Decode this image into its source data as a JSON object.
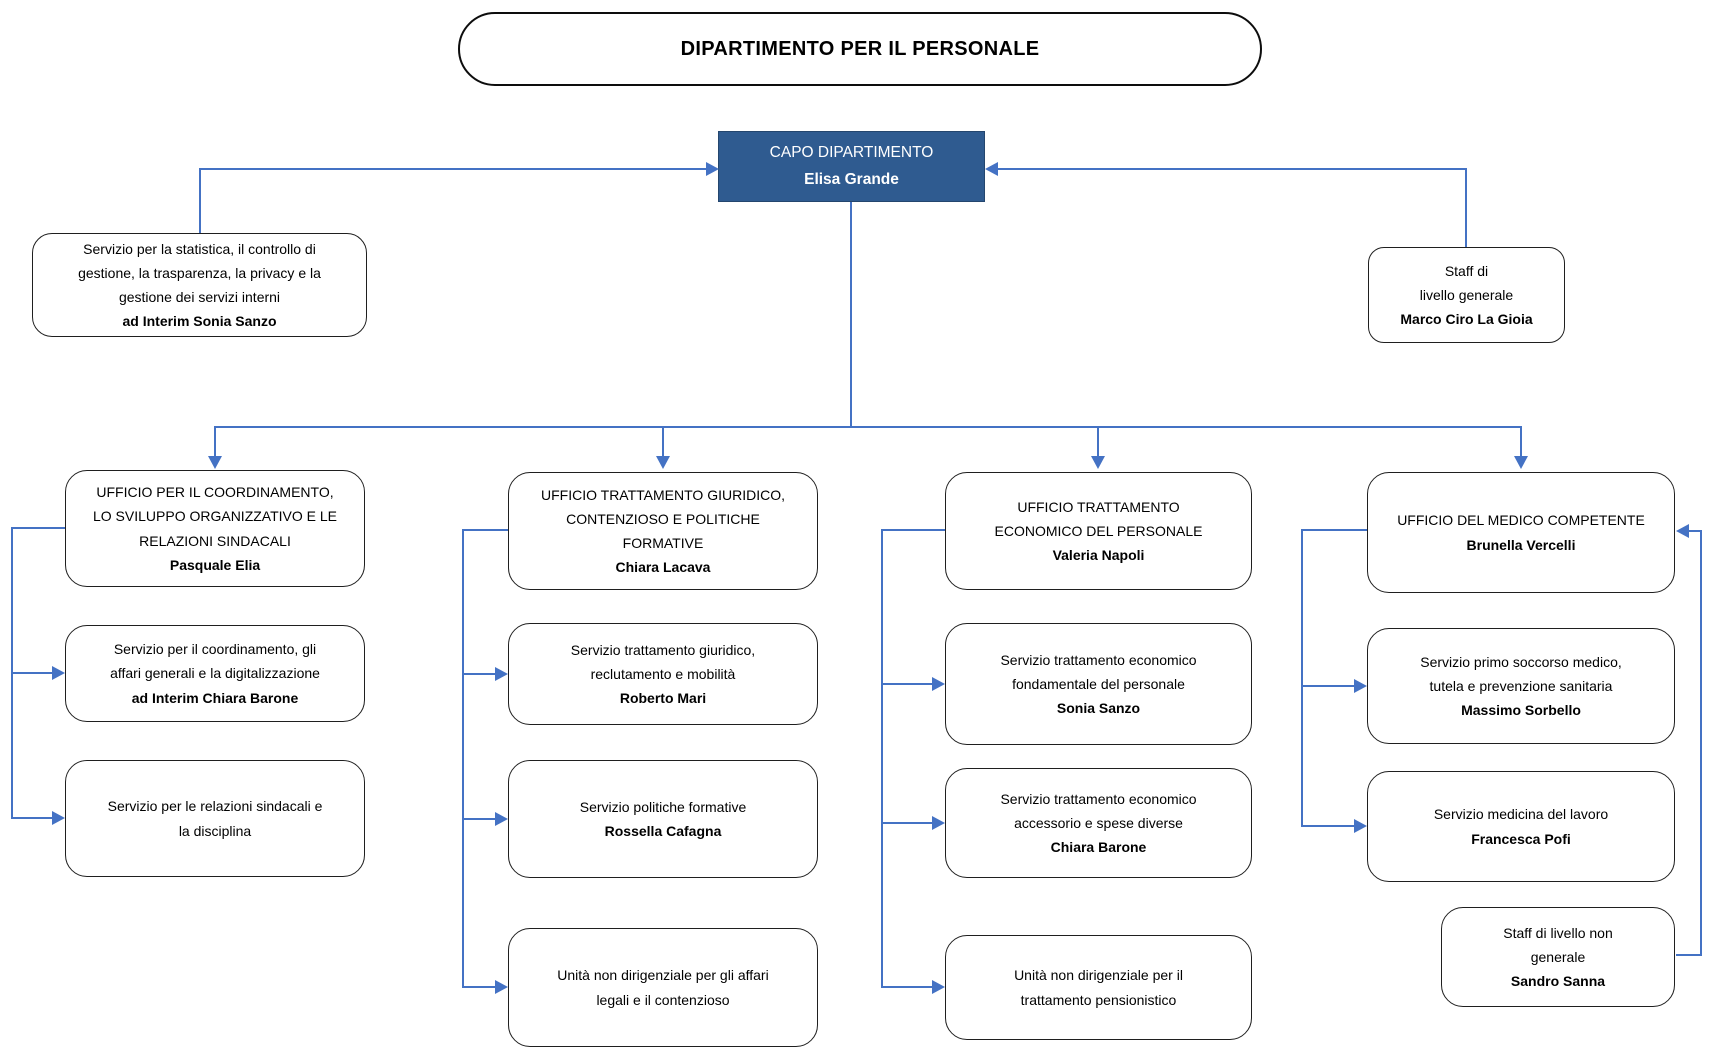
{
  "colors": {
    "connector": "#4472C4",
    "capo_fill": "#2F5B90",
    "capo_text": "#FFFFFF",
    "box_border": "#1F1F1F"
  },
  "title": "DIPARTIMENTO PER IL PERSONALE",
  "capo": {
    "role": "CAPO DIPARTIMENTO",
    "name": "Elisa Grande"
  },
  "staff_left": {
    "text": "Servizio per la statistica, il controllo di\ngestione, la trasparenza, la privacy e la\ngestione dei servizi interni",
    "name": "ad Interim Sonia Sanzo"
  },
  "staff_right": {
    "text": "Staff di\nlivello generale",
    "name": "Marco Ciro La Gioia"
  },
  "columns": [
    {
      "office": {
        "text": "UFFICIO PER IL COORDINAMENTO,\nLO SVILUPPO ORGANIZZATIVO E LE\nRELAZIONI SINDACALI",
        "name": "Pasquale Elia"
      },
      "services": [
        {
          "text": "Servizio per il coordinamento, gli\naffari generali e la digitalizzazione",
          "name": "ad Interim Chiara Barone"
        },
        {
          "text": "Servizio per le relazioni sindacali e\nla disciplina",
          "name": ""
        }
      ]
    },
    {
      "office": {
        "text": "UFFICIO TRATTAMENTO GIURIDICO,\nCONTENZIOSO E POLITICHE\nFORMATIVE",
        "name": "Chiara Lacava"
      },
      "services": [
        {
          "text": "Servizio trattamento giuridico,\nreclutamento e mobilità",
          "name": "Roberto Mari"
        },
        {
          "text": "Servizio politiche formative",
          "name": "Rossella Cafagna"
        },
        {
          "text": "Unità non dirigenziale per gli affari\nlegali e il contenzioso",
          "name": ""
        }
      ]
    },
    {
      "office": {
        "text": "UFFICIO TRATTAMENTO\nECONOMICO DEL PERSONALE",
        "name": "Valeria Napoli"
      },
      "services": [
        {
          "text": "Servizio trattamento economico\nfondamentale del personale",
          "name": "Sonia Sanzo"
        },
        {
          "text": "Servizio trattamento economico\naccessorio e spese diverse",
          "name": "Chiara Barone"
        },
        {
          "text": "Unità non dirigenziale per il\ntrattamento pensionistico",
          "name": ""
        }
      ]
    },
    {
      "office": {
        "text": "UFFICIO DEL MEDICO COMPETENTE",
        "name": "Brunella Vercelli"
      },
      "services": [
        {
          "text": "Servizio primo soccorso medico,\ntutela e prevenzione sanitaria",
          "name": "Massimo Sorbello"
        },
        {
          "text": "Servizio medicina del lavoro",
          "name": "Francesca Pofi"
        },
        {
          "text": "Staff di livello non\ngenerale",
          "name": "Sandro Sanna"
        }
      ]
    }
  ]
}
